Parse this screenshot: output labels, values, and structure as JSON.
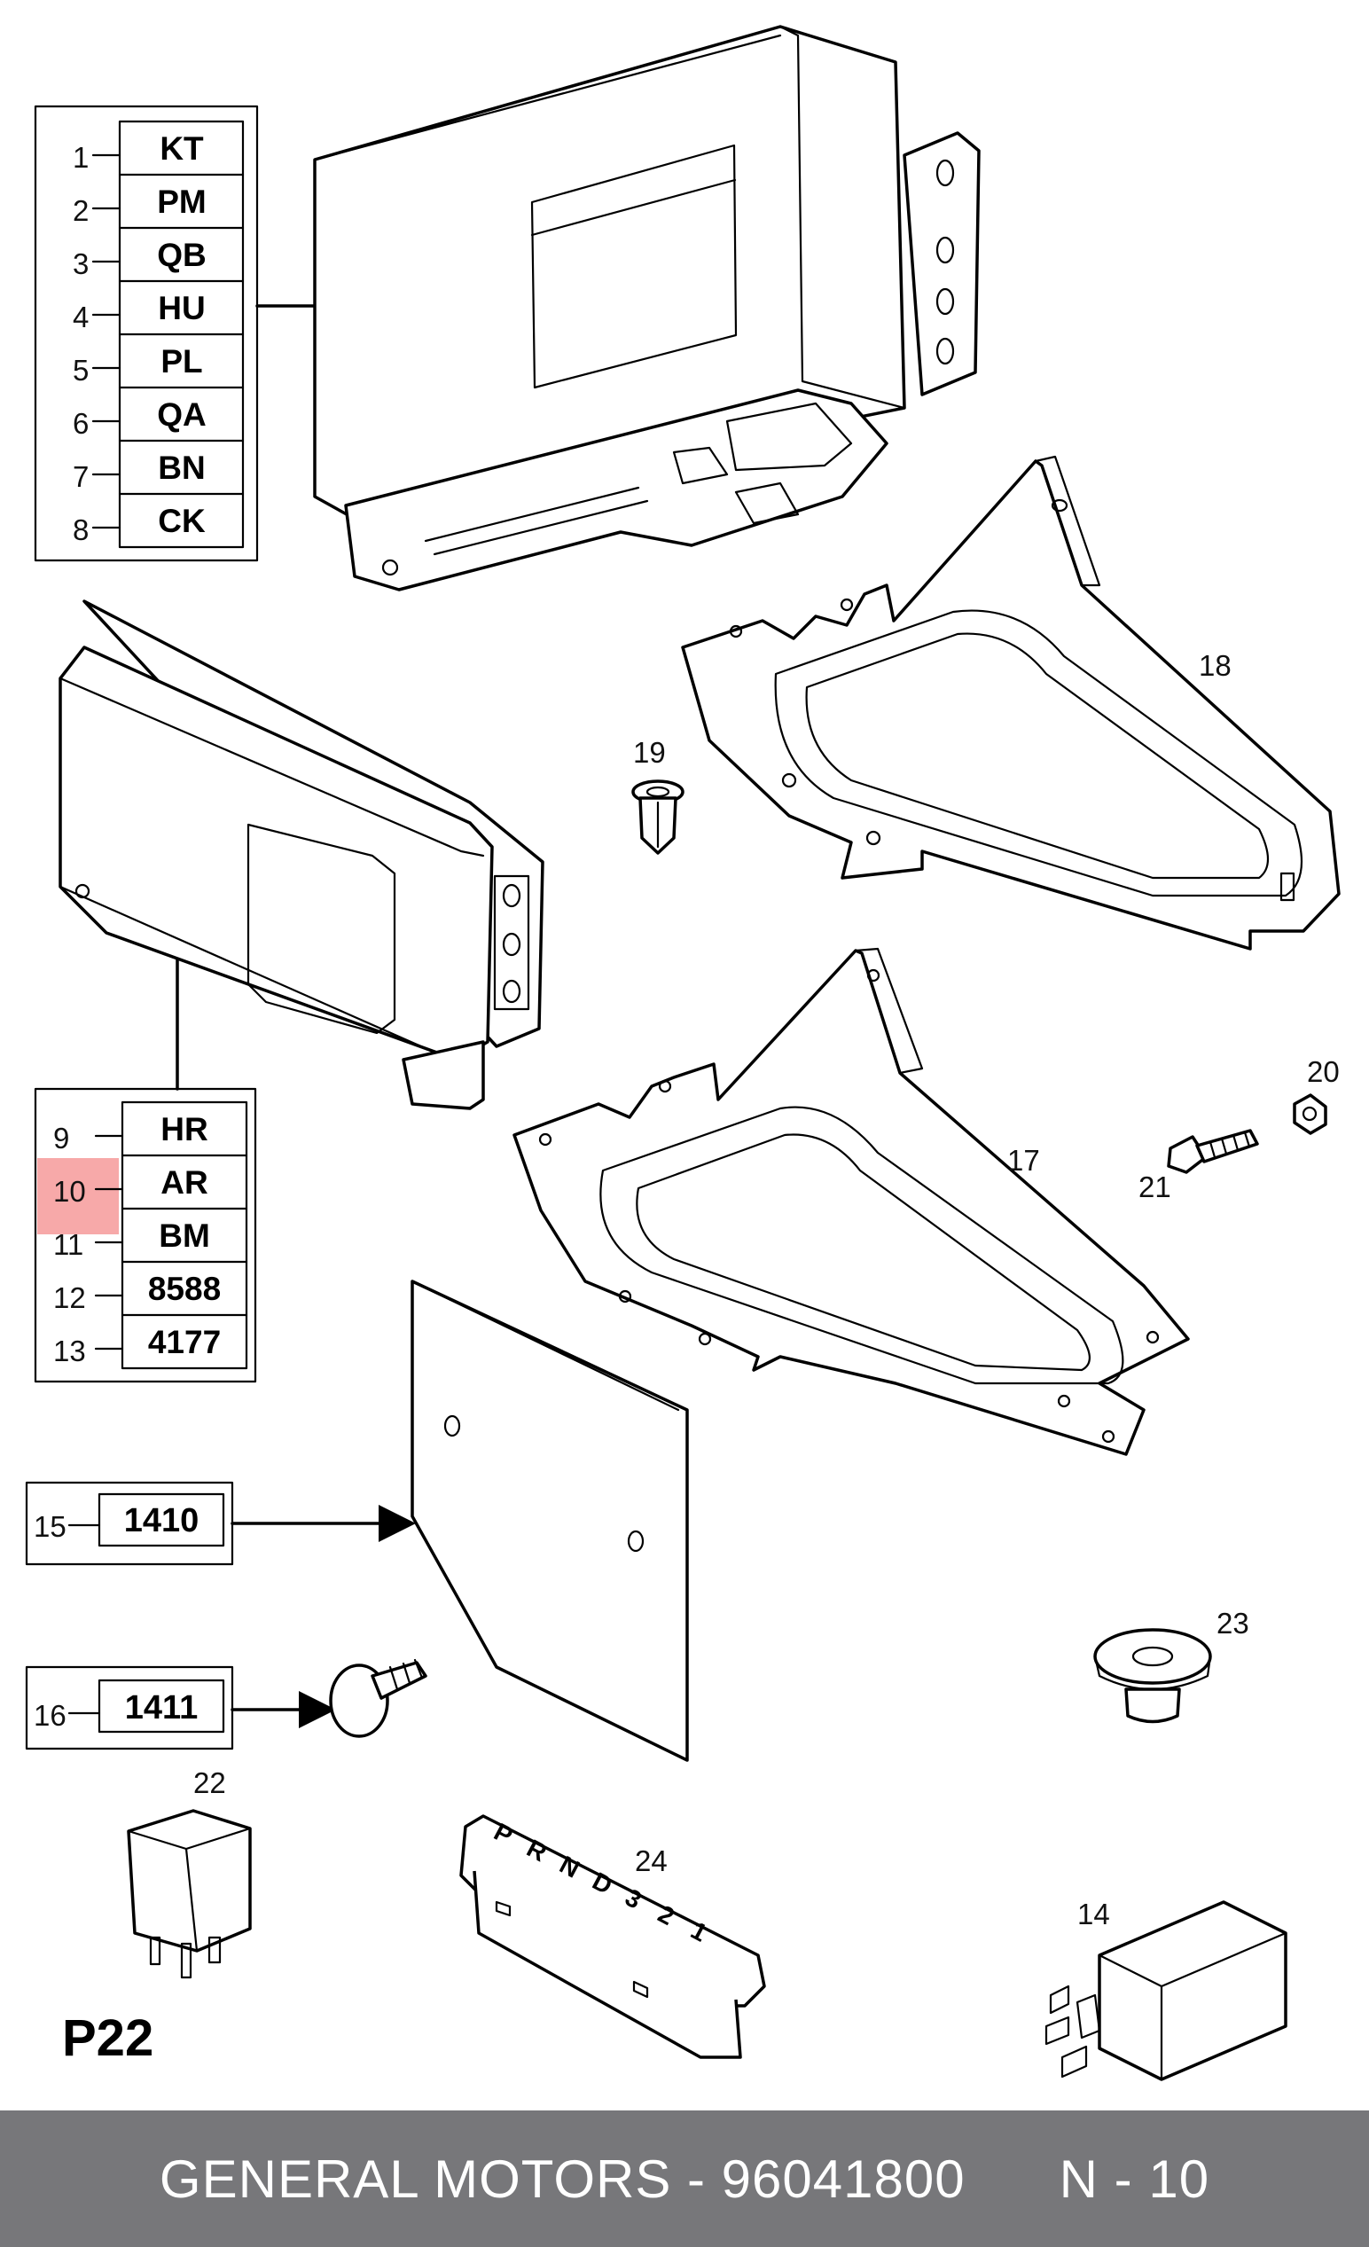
{
  "code_table_1": {
    "rows": [
      {
        "num": "1",
        "code": "KT"
      },
      {
        "num": "2",
        "code": "PM"
      },
      {
        "num": "3",
        "code": "QB"
      },
      {
        "num": "4",
        "code": "HU"
      },
      {
        "num": "5",
        "code": "PL"
      },
      {
        "num": "6",
        "code": "QA"
      },
      {
        "num": "7",
        "code": "BN"
      },
      {
        "num": "8",
        "code": "CK"
      }
    ]
  },
  "code_table_2": {
    "rows": [
      {
        "num": "9",
        "code": "HR"
      },
      {
        "num": "10",
        "code": "AR"
      },
      {
        "num": "11",
        "code": "BM"
      },
      {
        "num": "12",
        "code": "8588"
      },
      {
        "num": "13",
        "code": "4177"
      }
    ],
    "highlight_color": "#f6a0a0"
  },
  "code_box_15": {
    "num": "15",
    "code": "1410"
  },
  "code_box_16": {
    "num": "16",
    "code": "1411"
  },
  "callouts": {
    "p14": "14",
    "p17": "17",
    "p18": "18",
    "p19": "19",
    "p20": "20",
    "p21": "21",
    "p22": "22",
    "p23": "23",
    "p24": "24"
  },
  "selector_letters": [
    "P",
    "R",
    "N",
    "D",
    "3",
    "2",
    "1"
  ],
  "page_label": "P22",
  "footer": {
    "text": "GENERAL MOTORS - 96041800",
    "suffix": "N - 10",
    "background": "#77777a"
  }
}
